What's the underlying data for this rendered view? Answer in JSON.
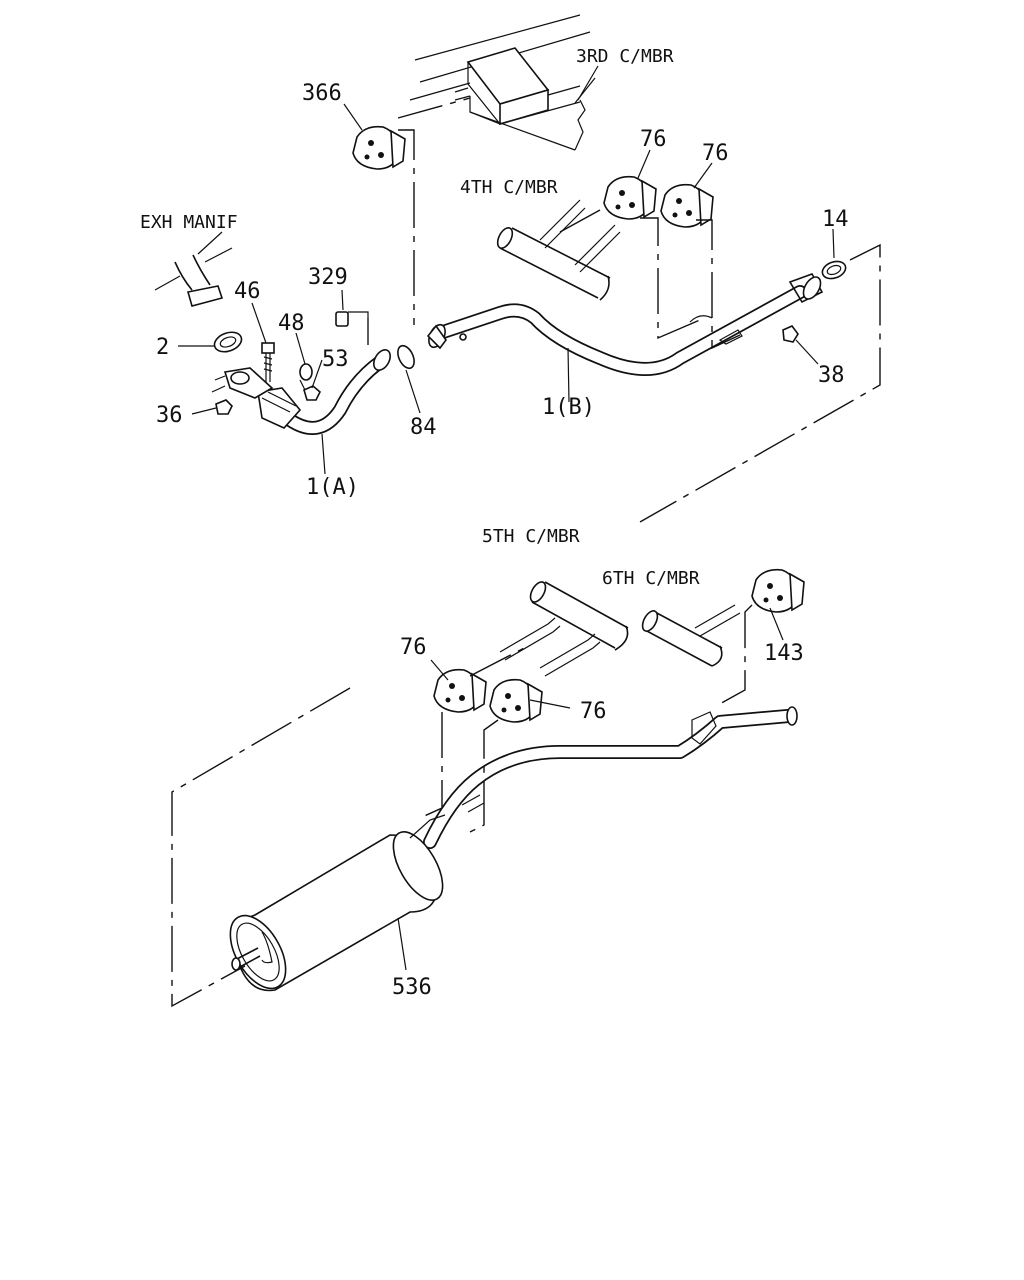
{
  "labels": {
    "exh_manif": "EXH MANIF",
    "third_cmbr": "3RD C/MBR",
    "fourth_cmbr": "4TH C/MBR",
    "fifth_cmbr": "5TH C/MBR",
    "sixth_cmbr": "6TH C/MBR",
    "p366": "366",
    "p76_a": "76",
    "p76_b": "76",
    "p76_c": "76",
    "p76_d": "76",
    "p14": "14",
    "p329": "329",
    "p46": "46",
    "p48": "48",
    "p53": "53",
    "p2": "2",
    "p36": "36",
    "p84": "84",
    "p38": "38",
    "p1a": "1(A)",
    "p1b": "1(B)",
    "p143": "143",
    "p536": "536"
  }
}
